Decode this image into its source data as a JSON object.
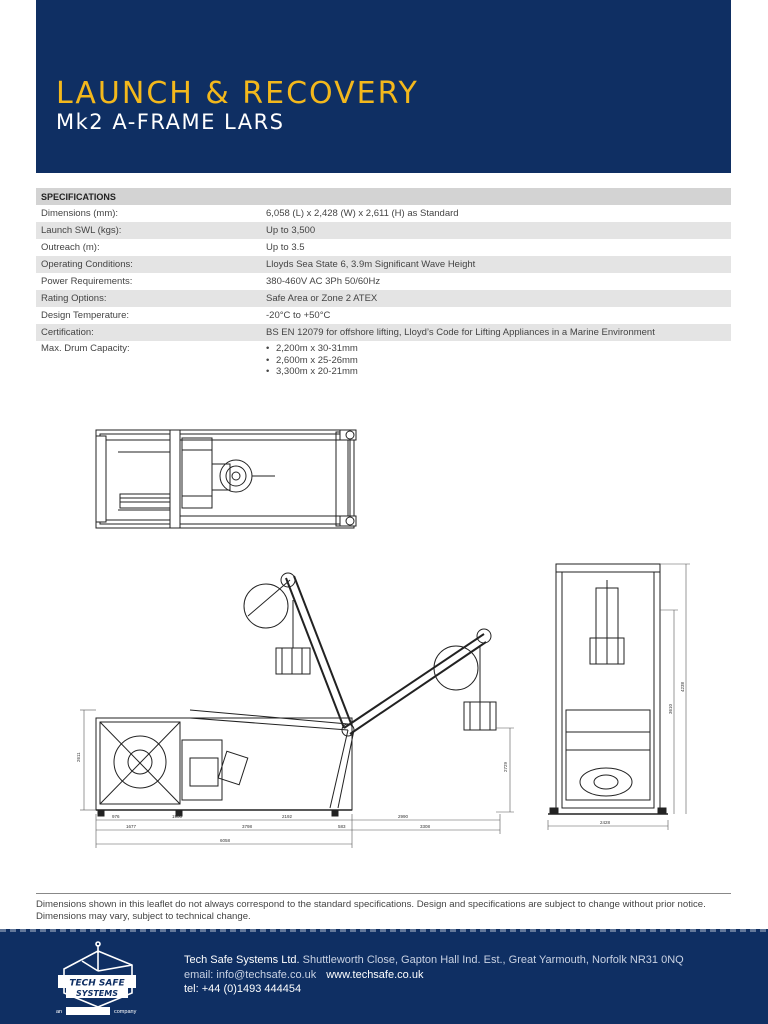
{
  "header": {
    "title": "LAUNCH & RECOVERY",
    "subtitle": "Mk2 A-FRAME LARS"
  },
  "specs": {
    "heading": "SPECIFICATIONS",
    "rows": [
      {
        "label": "Dimensions (mm):",
        "value": "6,058 (L) x 2,428 (W) x 2,611 (H) as Standard"
      },
      {
        "label": "Launch SWL (kgs):",
        "value": "Up to 3,500"
      },
      {
        "label": "Outreach (m):",
        "value": "Up to 3.5"
      },
      {
        "label": "Operating Conditions:",
        "value": "Lloyds Sea State 6, 3.9m Significant Wave Height"
      },
      {
        "label": "Power Requirements:",
        "value": "380-460V AC 3Ph 50/60Hz"
      },
      {
        "label": "Rating Options:",
        "value": "Safe Area or Zone 2 ATEX"
      },
      {
        "label": "Design Temperature:",
        "value": "-20°C to +50°C"
      },
      {
        "label": "Certification:",
        "value": "BS EN 12079 for offshore lifting, Lloyd’s Code for Lifting Appliances in a Marine Environment"
      }
    ],
    "drum": {
      "label": "Max. Drum Capacity:",
      "items": [
        "2,200m x 30-31mm",
        "2,600m x 25-26mm",
        "3,300m x 20-21mm"
      ]
    }
  },
  "drawing": {
    "dims_side": [
      "976",
      "1900",
      "2192",
      "2990",
      "1677",
      "3798",
      "583",
      "3308",
      "6058"
    ],
    "dims_vertical": [
      "2611",
      "2729"
    ],
    "dims_end": [
      "2428",
      "4238",
      "3610"
    ]
  },
  "note": "Dimensions shown in this leaflet do not always correspond to the standard specifications. Design and specifications are subject to change without prior notice. Dimensions may vary, subject to technical change.",
  "footer": {
    "company": "Tech Safe Systems Ltd.",
    "address": " Shuttleworth Close, Gapton Hall Ind. Est., Great Yarmouth, Norfolk NR31 0NQ",
    "email_label": "email: info@techsafe.co.uk",
    "website": "www.techsafe.co.uk",
    "tel": "tel: +44 (0)1493 444454",
    "logo_text_1": "TECH SAFE",
    "logo_text_2": "SYSTEMS",
    "logo_tag_prefix": "an",
    "logo_tag_suffix": "company"
  },
  "colors": {
    "navy": "#0f2f63",
    "gold": "#f3b81c"
  }
}
